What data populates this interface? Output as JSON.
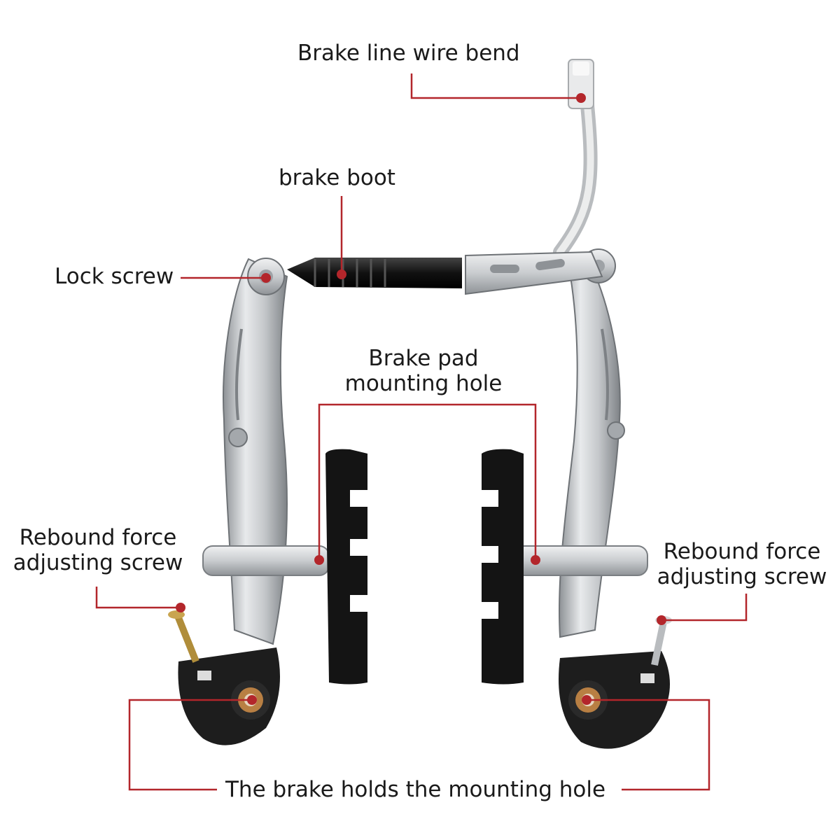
{
  "labels": {
    "brake_line_wire_bend": "Brake line wire bend",
    "brake_boot": "brake boot",
    "lock_screw": "Lock screw",
    "brake_pad_mounting_hole_line1": "Brake pad",
    "brake_pad_mounting_hole_line2": "mounting hole",
    "rebound_left_line1": "Rebound force",
    "rebound_left_line2": "adjusting screw",
    "rebound_right_line1": "Rebound force",
    "rebound_right_line2": "adjusting screw",
    "mounting_hole": "The brake holds the mounting hole"
  },
  "colors": {
    "callout": "#b3262b",
    "text": "#1a1a1a",
    "aluminum": "#cfd1d3",
    "pad": "#111111"
  }
}
